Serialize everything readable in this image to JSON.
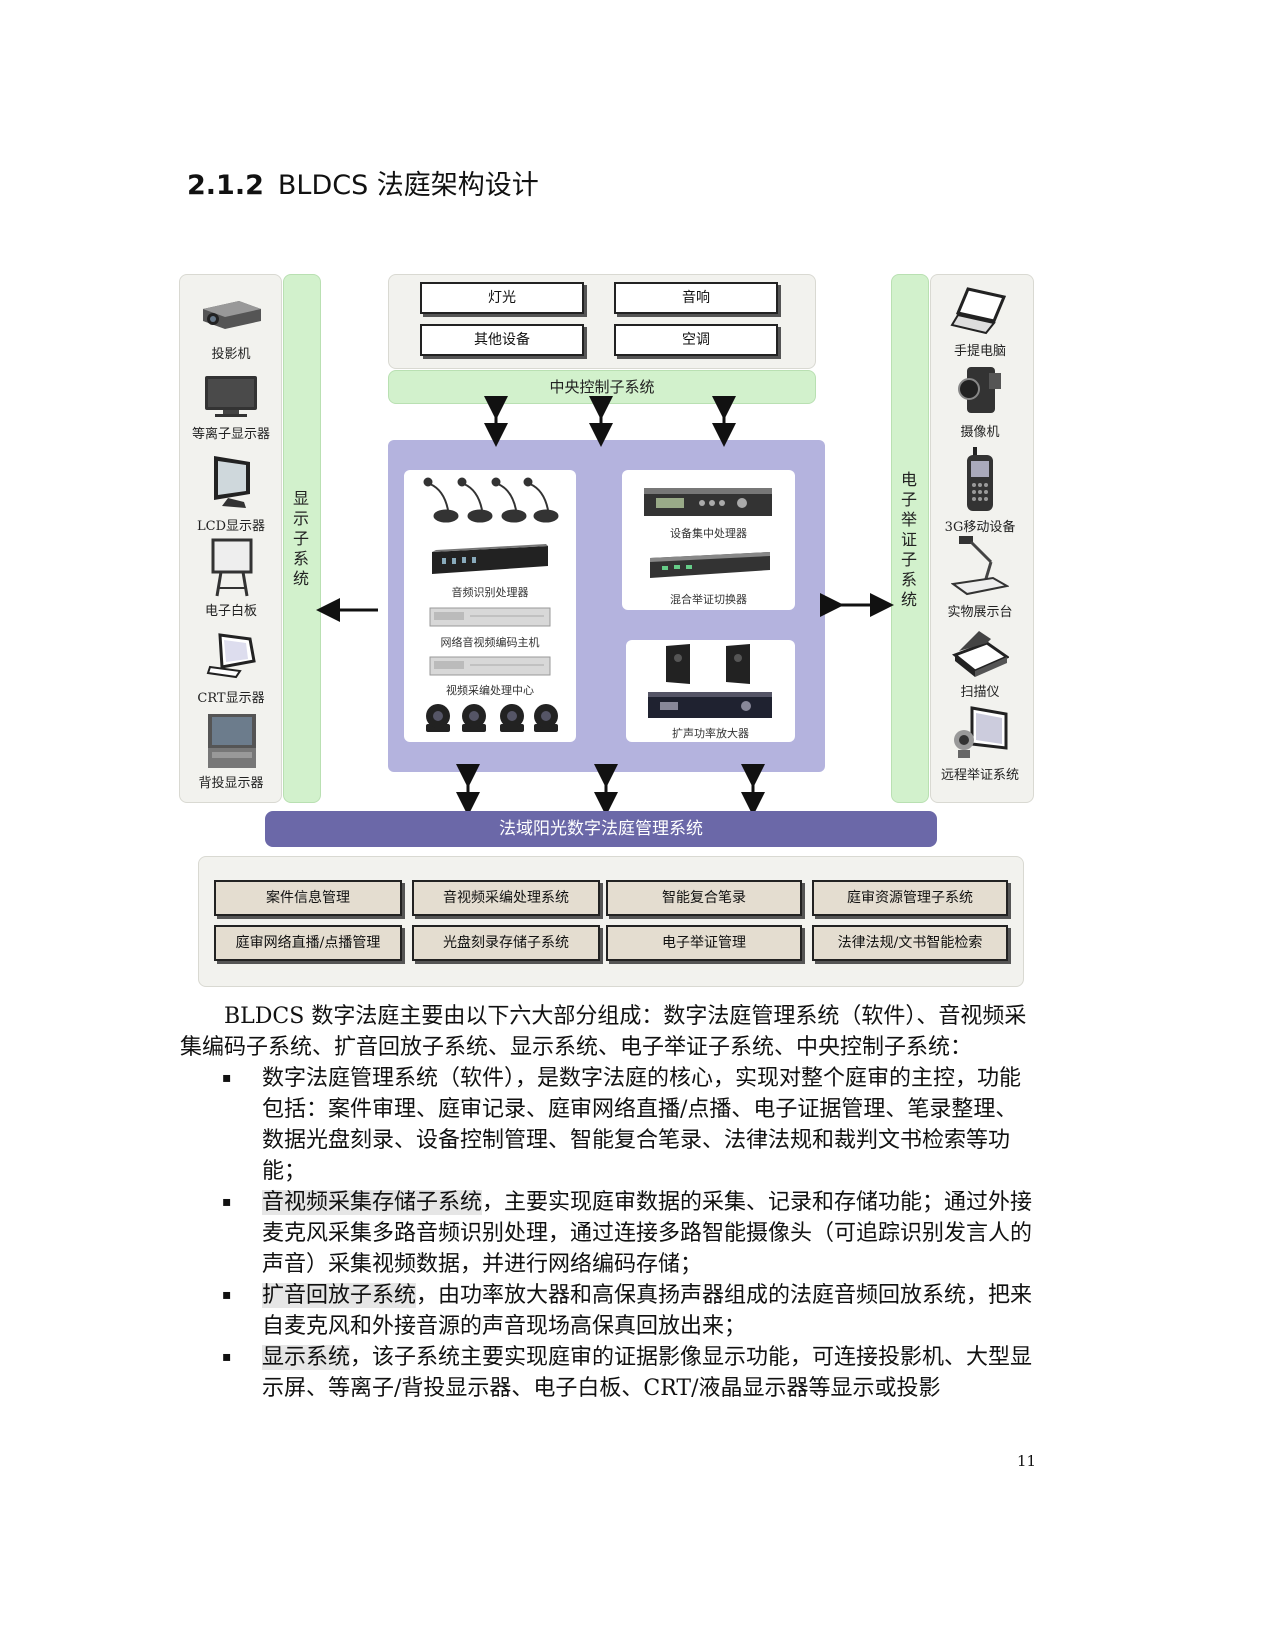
{
  "heading": {
    "number": "2.1.2",
    "title": "BLDCS 法庭架构设计"
  },
  "diagram": {
    "left_devices": [
      {
        "label": "投影机",
        "icon": "projector-icon"
      },
      {
        "label": "等离子显示器",
        "icon": "plasma-display-icon"
      },
      {
        "label": "LCD显示器",
        "icon": "lcd-monitor-icon"
      },
      {
        "label": "电子白板",
        "icon": "whiteboard-icon"
      },
      {
        "label": "CRT显示器",
        "icon": "crt-monitor-icon"
      },
      {
        "label": "背投显示器",
        "icon": "rear-projection-tv-icon"
      }
    ],
    "left_strip_label": "显示子系统",
    "right_devices": [
      {
        "label": "手提电脑",
        "icon": "laptop-icon"
      },
      {
        "label": "摄像机",
        "icon": "camcorder-icon"
      },
      {
        "label": "3G移动设备",
        "icon": "mobile-phone-icon"
      },
      {
        "label": "实物展示台",
        "icon": "document-camera-icon"
      },
      {
        "label": "扫描仪",
        "icon": "scanner-icon"
      },
      {
        "label": "远程举证系统",
        "icon": "remote-evidence-icon"
      }
    ],
    "right_strip_label": "电子举证子系统",
    "control_devices": [
      "灯光",
      "音响",
      "其他设备",
      "空调"
    ],
    "central_control_label": "中央控制子系统",
    "av_captions": [
      "音频识别处理器",
      "网络音视频编码主机",
      "视频采编处理中心"
    ],
    "device_captions": [
      "设备集中处理器",
      "混合举证切换器"
    ],
    "amp_caption": "扩声功率放大器",
    "mgmt_bar": "法域阳光数字法庭管理系统",
    "modules": [
      "案件信息管理",
      "音视频采编处理系统",
      "智能复合笔录",
      "庭审资源管理子系统",
      "庭审网络直播/点播管理",
      "光盘刻录存储子系统",
      "电子举证管理",
      "法律法规/文书智能检索"
    ]
  },
  "body": {
    "intro": "BLDCS 数字法庭主要由以下六大部分组成：数字法庭管理系统（软件）、音视频采集编码子系统、扩音回放子系统、显示系统、电子举证子系统、中央控制子系统：",
    "bullets": [
      {
        "term": "",
        "text": "数字法庭管理系统（软件），是数字法庭的核心，实现对整个庭审的主控，功能包括：案件审理、庭审记录、庭审网络直播/点播、电子证据管理、笔录整理、数据光盘刻录、设备控制管理、智能复合笔录、法律法规和裁判文书检索等功能；"
      },
      {
        "term": "音视频采集存储子系统",
        "text": "，主要实现庭审数据的采集、记录和存储功能；通过外接麦克风采集多路音频识别处理，通过连接多路智能摄像头（可追踪识别发言人的声音）采集视频数据，并进行网络编码存储；"
      },
      {
        "term": "扩音回放子系统",
        "text": "，由功率放大器和高保真扬声器组成的法庭音频回放系统，把来自麦克风和外接音源的声音现场高保真回放出来；"
      },
      {
        "term": "显示系统",
        "text": "，该子系统主要实现庭审的证据影像显示功能，可连接投影机、大型显示屏、等离子/背投显示器、电子白板、CRT/液晶显示器等显示或投影"
      }
    ],
    "bullet_symbol": "▪"
  },
  "page_number": "11"
}
